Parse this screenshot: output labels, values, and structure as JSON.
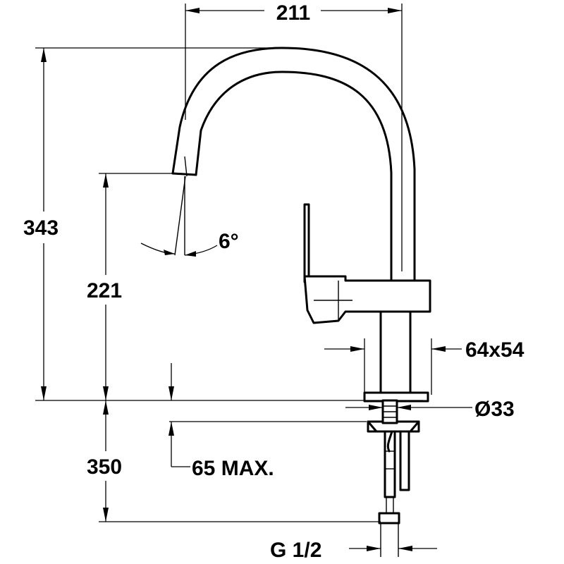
{
  "drawing": {
    "dimensions": {
      "width": "211",
      "total_height": "343",
      "spout_height": "221",
      "angle": "6°",
      "base_size": "64x54",
      "hole_diameter": "Ø33",
      "below_counter": "350",
      "counter_thickness": "65 MAX.",
      "thread": "G 1/2"
    }
  }
}
